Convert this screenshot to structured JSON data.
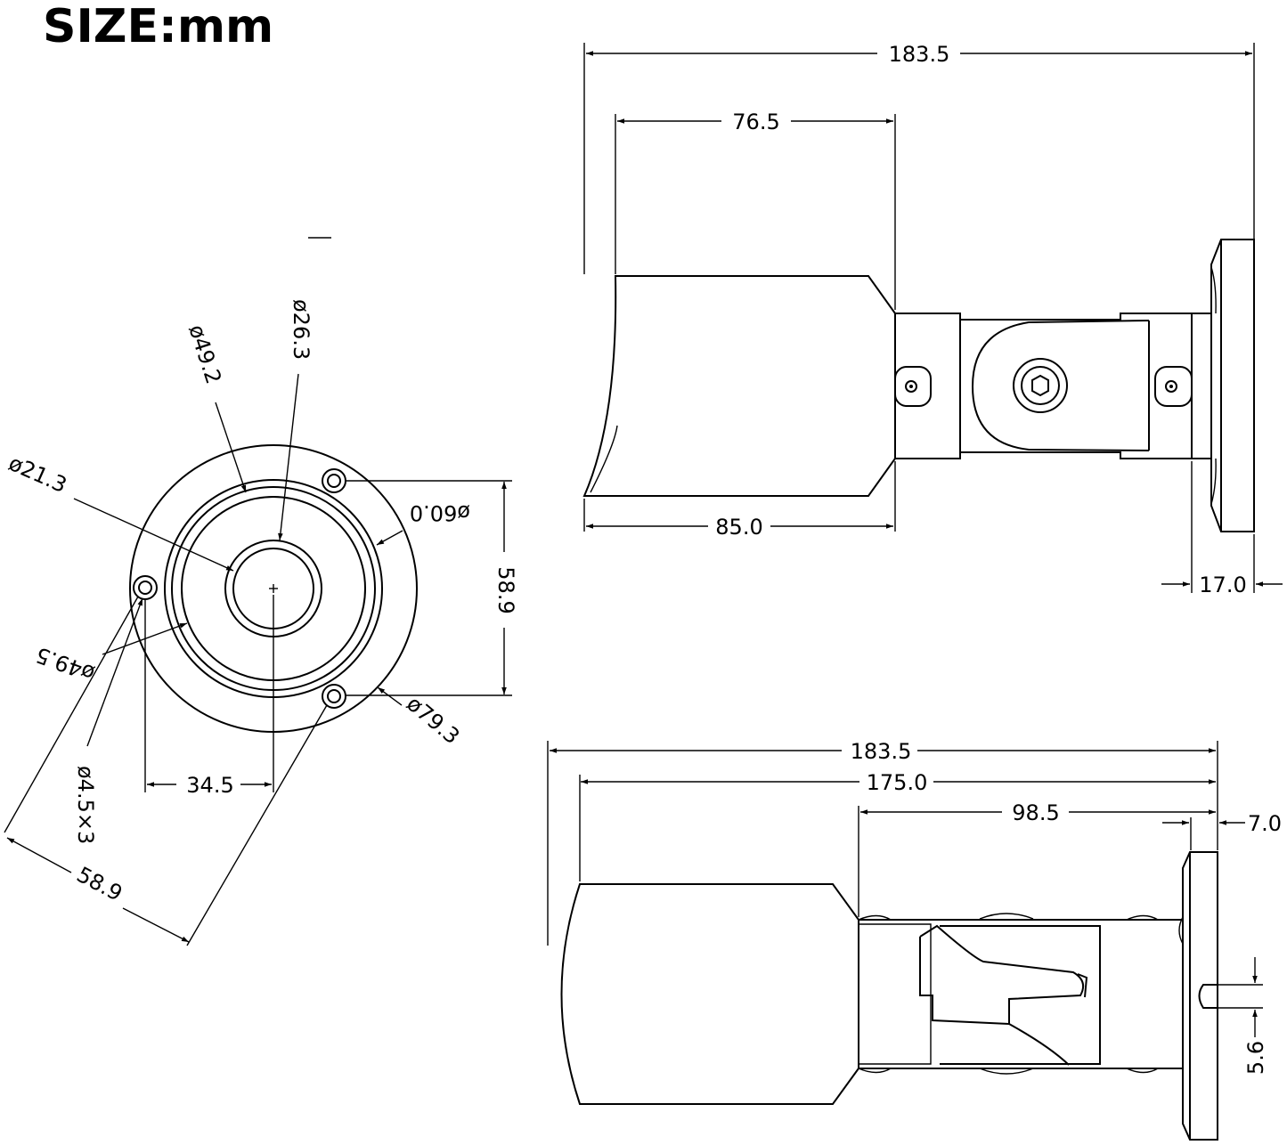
{
  "title": "SIZE:mm",
  "front_view": {
    "hole_diameter": "ø21.3",
    "inner_ring": "ø26.3",
    "ring_a": "ø49.2",
    "ring_b": "ø49.5",
    "ring_c": "ø60.0",
    "base_diameter": "ø79.3",
    "screw_holes": "ø4.5×3",
    "hole_spacing_vertical": "58.9",
    "hole_spacing_diagonal": "58.9",
    "offset": "34.5"
  },
  "side_view": {
    "overall_length": "183.5",
    "hood_length": "76.5",
    "body_length": "85.0",
    "base_thickness": "17.0"
  },
  "top_view": {
    "overall_length": "183.5",
    "length_to_base": "175.0",
    "bracket_length": "98.5",
    "plate_thickness": "7.0",
    "slot_width": "5.6"
  }
}
